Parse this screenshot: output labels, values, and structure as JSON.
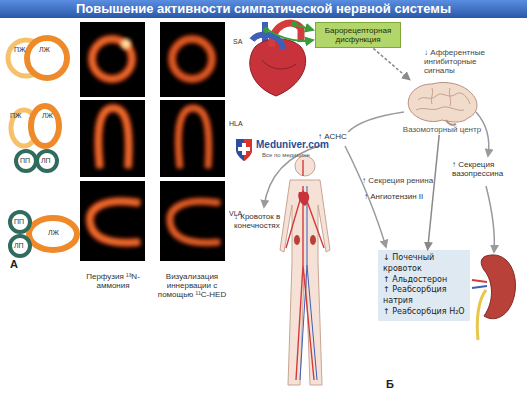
{
  "diagram": {
    "title": "Повышение активности симпатической нервной системы",
    "nodes": [
      {
        "text": [
          "Барорецепторная дисфункция"
        ]
      },
      {
        "text": [
          "Вазомоторный центр"
        ]
      },
      {
        "text": [
          "↓ Почечный кровоток",
          "↑ Альдостерон",
          "↑ Реабсорбция натрия",
          "↑ Реабсорбция H₂O"
        ]
      }
    ],
    "edges": [
      {
        "from": 0,
        "to": 1,
        "arrow": "to",
        "label": "↓ Афферентные ингибиторные сигналы"
      },
      {
        "from": 1,
        "to": 2,
        "arrow": "to",
        "label": "↑ Секреция ренина"
      }
    ],
    "labels": [
      "ПЖ",
      "ЛЖ",
      "ПЖ",
      "ЛЖ",
      "ПП",
      "ЛП",
      "ПП",
      "ЛП",
      "ЛЖ",
      "SA",
      "HLA",
      "VLA",
      "А",
      "Перфузия ¹³N-аммония",
      "Визуализация иннервации с помощью ¹¹C-HED",
      "↑ АСНС",
      "↑ Ангиотензин II",
      "↑ Секреция вазопрессина",
      "↓ Кровоток в конечностях",
      "Б",
      "Meduniver.com",
      "Все по медицине"
    ]
  }
}
